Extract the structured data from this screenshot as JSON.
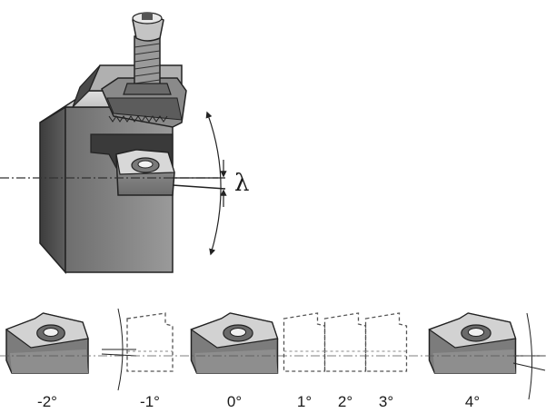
{
  "top_figure": {
    "angle_symbol": "λ"
  },
  "inclination_options": [
    {
      "label": "-2°",
      "icon": "solid-insert-icon"
    },
    {
      "label": "-1°",
      "icon": "dashed-insert-outline-icon"
    },
    {
      "label": "0°",
      "icon": "solid-insert-icon"
    },
    {
      "label": "1°",
      "icon": "dashed-insert-outline-icon"
    },
    {
      "label": "2°",
      "icon": "dashed-insert-outline-icon"
    },
    {
      "label": "3°",
      "icon": "dashed-insert-outline-icon"
    },
    {
      "label": "4°",
      "icon": "solid-insert-icon"
    }
  ],
  "colors": {
    "steel_dark": "#5a5a5a",
    "steel_mid": "#8c8c8c",
    "steel_light": "#c8c8c8",
    "outline": "#222222",
    "centerline": "#333333"
  }
}
